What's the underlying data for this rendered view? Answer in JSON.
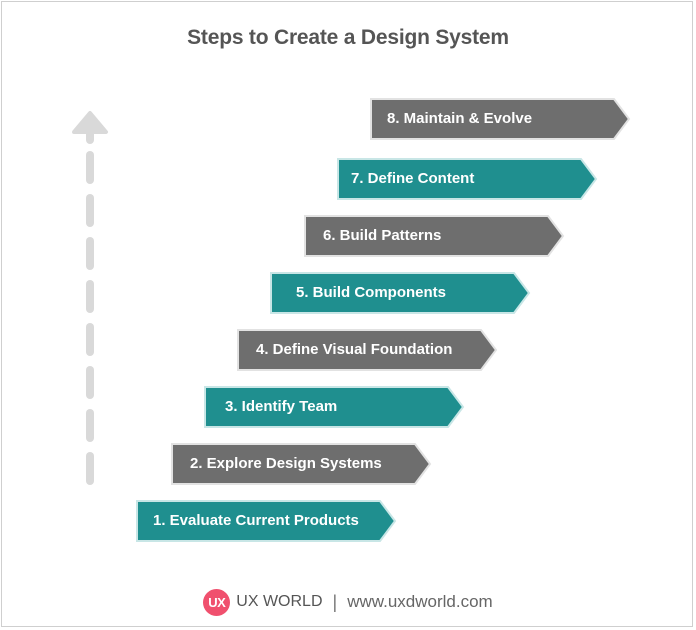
{
  "title": "Steps to Create a Design System",
  "colors": {
    "teal": "#1f8f8f",
    "gray": "#6e6e6e",
    "arrow_up": "#d9d9d9",
    "title_text": "#555555",
    "logo": "#f0506e"
  },
  "steps": [
    {
      "number": 1,
      "label": "1.  Evaluate Current Products",
      "color": "teal"
    },
    {
      "number": 2,
      "label": "2. Explore Design Systems",
      "color": "gray"
    },
    {
      "number": 3,
      "label": "3. Identify Team",
      "color": "teal"
    },
    {
      "number": 4,
      "label": "4. Define Visual Foundation",
      "color": "gray"
    },
    {
      "number": 5,
      "label": "5. Build Components",
      "color": "teal"
    },
    {
      "number": 6,
      "label": "6. Build Patterns",
      "color": "gray"
    },
    {
      "number": 7,
      "label": "7. Define Content",
      "color": "teal"
    },
    {
      "number": 8,
      "label": "8. Maintain & Evolve",
      "color": "gray"
    }
  ],
  "progress_arrow_icon": "dashed-up-arrow",
  "footer": {
    "logo_text": "UX",
    "brand": "UX WORLD",
    "separator": "|",
    "url": "www.uxdworld.com"
  }
}
